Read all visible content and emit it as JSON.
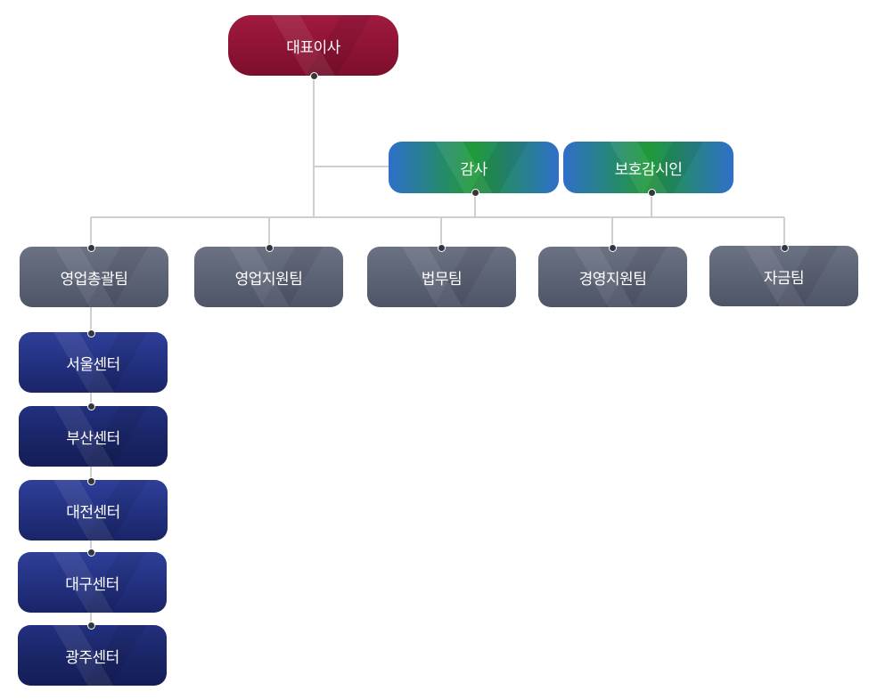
{
  "chart": {
    "ceo": "대표이사",
    "audit": [
      "감사",
      "보호감시인"
    ],
    "teams": [
      "영업총괄팀",
      "영업지원팀",
      "법무팀",
      "경영지원팀",
      "자금팀"
    ],
    "centers": [
      "서울센터",
      "부산센터",
      "대전센터",
      "대구센터",
      "광주센터"
    ]
  },
  "colors": {
    "ceo": "#8c1233",
    "audit_blue": "#2f6fc9",
    "audit_green": "#1f9a38",
    "team": "#5b6274",
    "center": "#22307f",
    "connector": "#cfcfcf"
  }
}
